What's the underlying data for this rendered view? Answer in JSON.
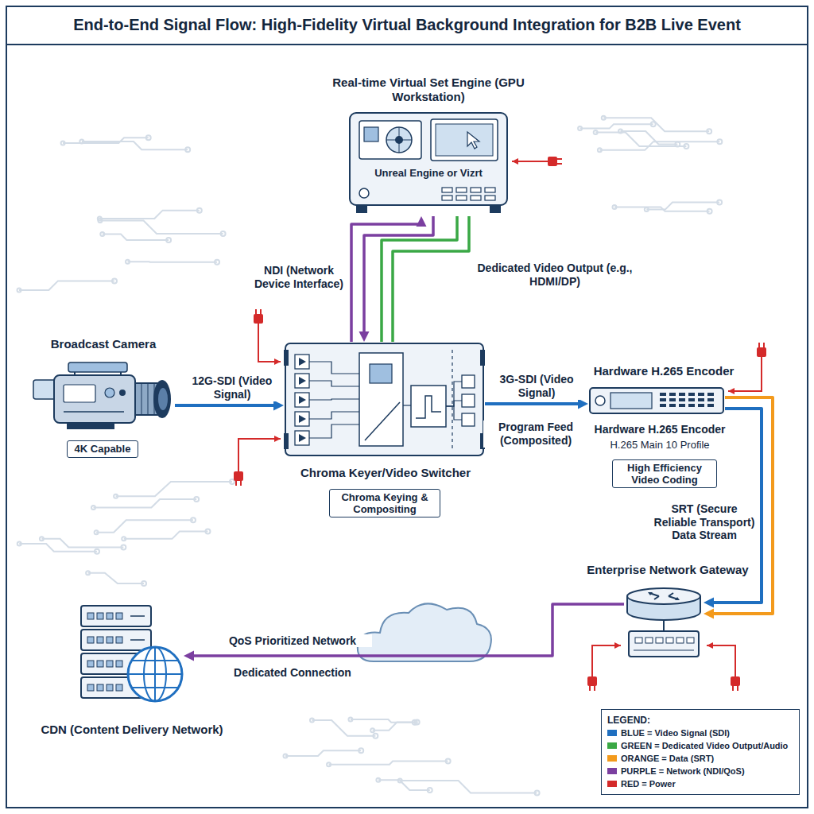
{
  "diagram": {
    "title": "End-to-End Signal Flow: High-Fidelity Virtual Background Integration for B2B Live Event",
    "nodes": [
      {
        "text": [
          "Real-time Virtual Set Engine (GPU Workstation)",
          "Unreal Engine or Vizrt"
        ]
      },
      {
        "text": [
          "Broadcast Camera",
          "4K Capable"
        ]
      },
      {
        "text": [
          "Chroma Keyer/Video Switcher",
          "Chroma Keying & Compositing"
        ]
      },
      {
        "text": [
          "Hardware H.265 Encoder",
          "Hardware H.265 Encoder",
          "H.265 Main 10 Profile",
          "High Efficiency Video Coding"
        ]
      },
      {
        "text": [
          "Enterprise Network Gateway"
        ]
      },
      {
        "text": [
          "CDN (Content Delivery Network)"
        ]
      }
    ],
    "edges": [
      {
        "from": 1,
        "to": 2,
        "label": "12G-SDI (Video Signal)",
        "arrow": "to"
      },
      {
        "from": 2,
        "to": 0,
        "label": "NDI (Network Device Interface)",
        "arrow": "to"
      },
      {
        "from": 0,
        "to": 2,
        "arrow": "to"
      },
      {
        "from": 0,
        "to": 2,
        "label": "Dedicated Video Output (e.g., HDMI/DP)",
        "arrow": "none"
      },
      {
        "from": 2,
        "to": 3,
        "label": "3G-SDI (Video Signal)",
        "arrow": "to"
      },
      {
        "from": 3,
        "to": 4,
        "label": "SRT (Secure Reliable Transport) Data Stream",
        "arrow": "to"
      },
      {
        "from": 3,
        "to": 4,
        "arrow": "to"
      },
      {
        "from": 4,
        "to": 5,
        "label": "QoS Prioritized Network",
        "arrow": "to"
      }
    ],
    "labels": [
      "Program Feed (Composited)",
      "Dedicated Connection",
      "LEGEND:"
    ],
    "legend": [
      {
        "text": "BLUE = Video Signal (SDI)",
        "color": "#1f6fc0"
      },
      {
        "text": "GREEN = Dedicated Video Output/Audio",
        "color": "#3aa845"
      },
      {
        "text": "ORANGE = Data (SRT)",
        "color": "#f39a1c"
      },
      {
        "text": "PURPLE = Network (NDI/QoS)",
        "color": "#7b3fa0"
      },
      {
        "text": "RED = Power",
        "color": "#d42a2a"
      }
    ]
  }
}
